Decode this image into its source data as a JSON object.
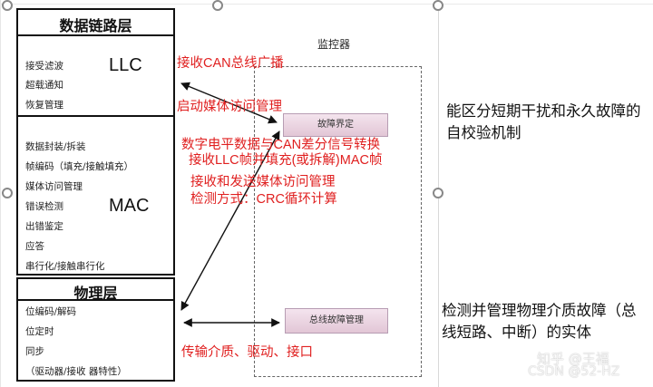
{
  "layers": {
    "data_link": {
      "title": "数据链路层",
      "llc_label": "LLC",
      "llc_items": [
        "接受滤波",
        "超载通知",
        "恢复管理"
      ],
      "mac_label": "MAC",
      "mac_items": [
        "数据封装/拆装",
        "帧编码（填充/接触填充）",
        "媒体访问管理",
        "错误检测",
        "出错鉴定",
        "应答",
        "串行化/接触串行化"
      ]
    },
    "physical": {
      "title": "物理层",
      "items": [
        "位编码/解码",
        "位定时",
        "同步",
        "（驱动器/接收 器特性）"
      ]
    }
  },
  "monitor": {
    "title": "监控器",
    "fault_confine": "故障界定",
    "bus_fault_mgmt": "总线故障管理"
  },
  "annotations": [
    "接收CAN总线广播",
    "启动媒体访问管理",
    "数字电平数据与CAN差分信号转换",
    "接收LLC帧并填充(或拆解)MAC帧",
    "接收和发送媒体访问管理",
    "检测方式：CRC循环计算",
    "传输介质、驱动、接口"
  ],
  "right_notes": {
    "top": "能区分短期干扰和永久故障的自校验机制",
    "bottom": "检测并管理物理介质故障（总线短路、中断）的实体"
  },
  "watermark": {
    "line1": "知乎 @王福",
    "line2": "CSDN @52-HZ"
  },
  "colors": {
    "annotation_red": "#e02020",
    "border": "#111111",
    "func_box": "#e8cfdd"
  }
}
